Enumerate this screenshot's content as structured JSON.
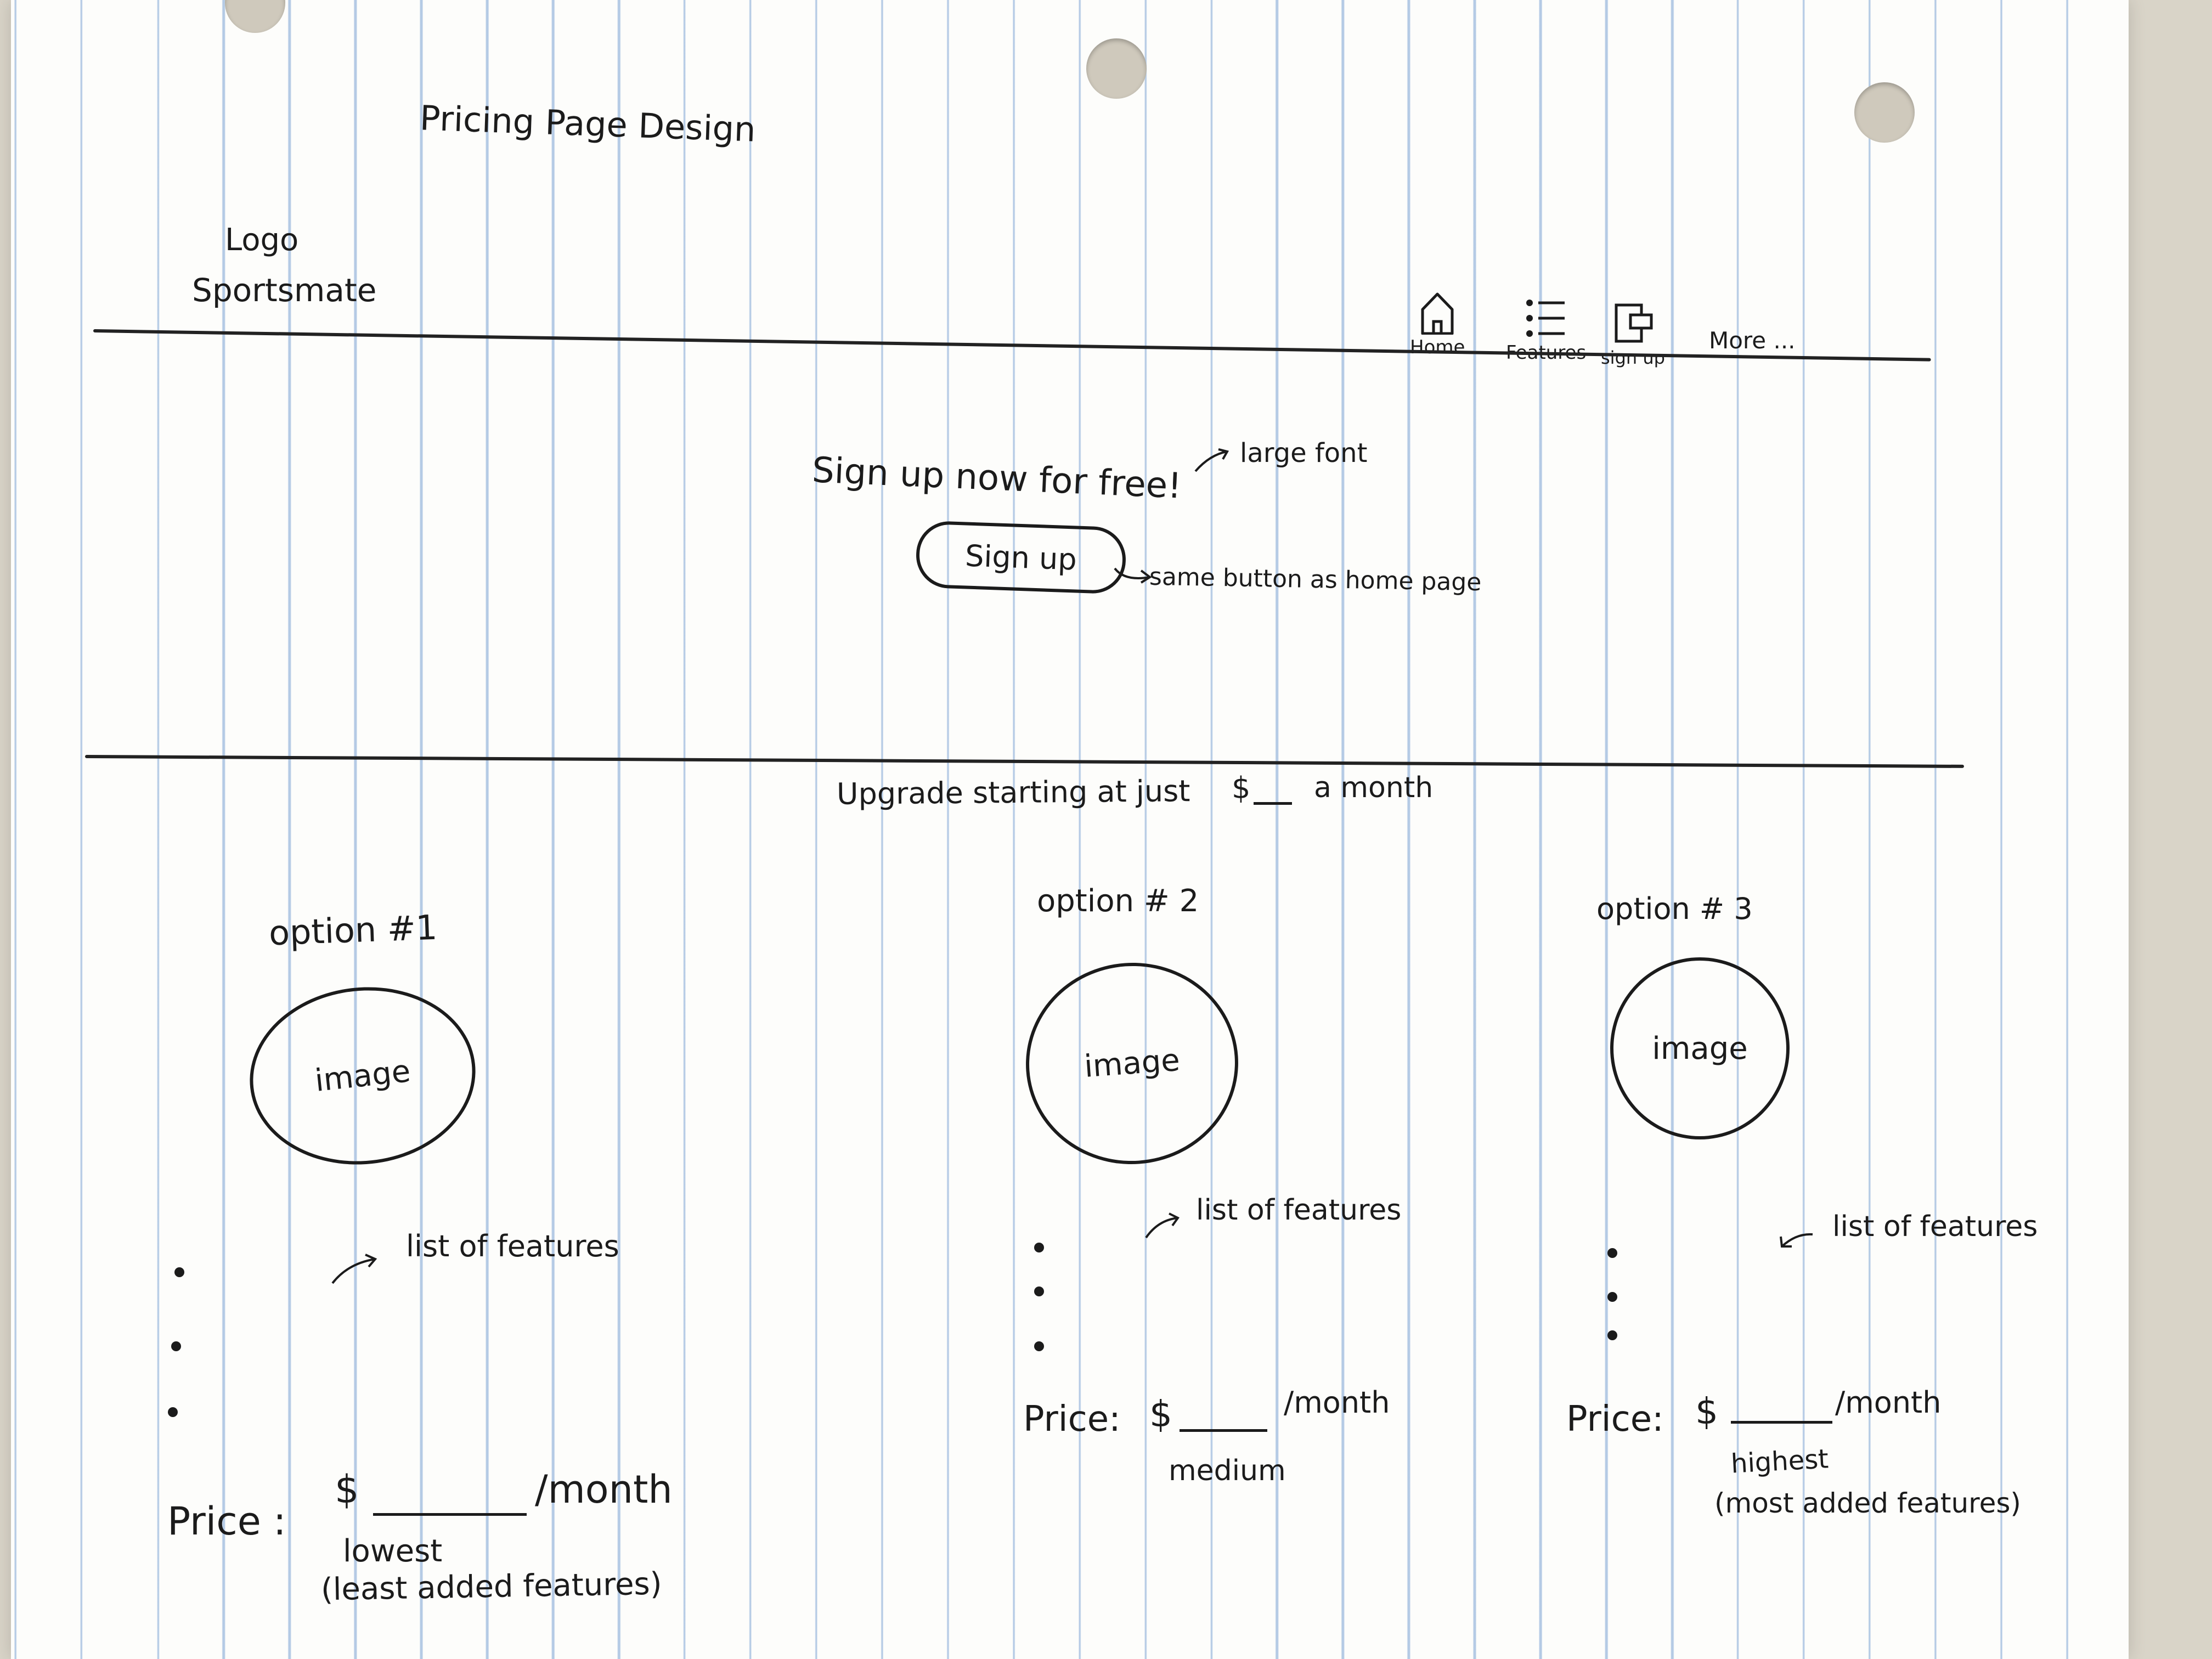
{
  "sheet_title": "Pricing Page Design",
  "header": {
    "logo_label": "Logo",
    "brand_name": "Sportsmate",
    "nav": [
      {
        "label": "Home",
        "icon": "home-icon"
      },
      {
        "label": "Features",
        "icon": "list-icon"
      },
      {
        "label": "sign up",
        "icon": "sign-up-icon"
      }
    ],
    "more_label": "More ..."
  },
  "hero": {
    "headline": "Sign up now for free!",
    "headline_note": "large font",
    "button_label": "Sign up",
    "button_note": "same button as home page"
  },
  "upgrade": {
    "text_before": "Upgrade starting at just",
    "currency": "$",
    "text_after": "a month"
  },
  "options": [
    {
      "title": "option #1",
      "image_label": "image",
      "features_note": "list of features",
      "price_label": "Price :",
      "currency": "$",
      "per": "/month",
      "tier": "lowest",
      "tier_note": "(least added features)"
    },
    {
      "title": "option # 2",
      "image_label": "image",
      "features_note": "list of features",
      "price_label": "Price:",
      "currency": "$",
      "per": "/month",
      "tier": "medium",
      "tier_note": ""
    },
    {
      "title": "option # 3",
      "image_label": "image",
      "features_note": "list of features",
      "price_label": "Price:",
      "currency": "$",
      "per": "/month",
      "tier": "highest",
      "tier_note": "(most added features)"
    }
  ]
}
